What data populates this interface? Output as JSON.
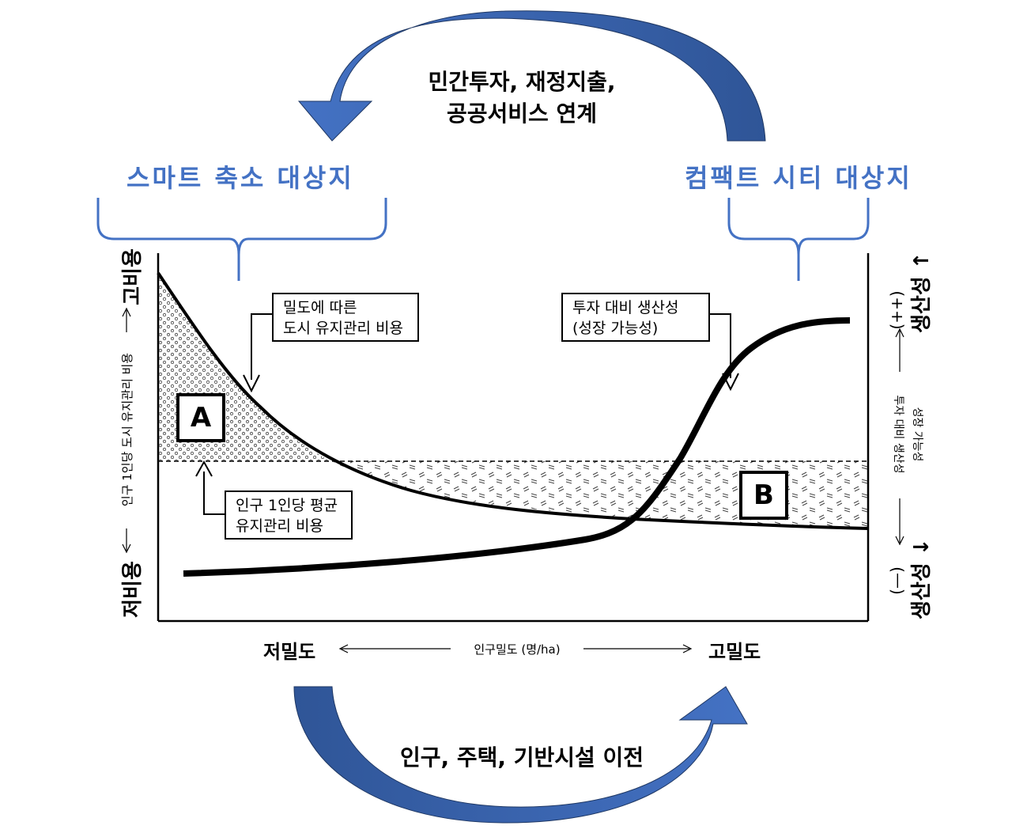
{
  "top_flow": {
    "line1": "민간투자, 재정지출,",
    "line2": "공공서비스 연계"
  },
  "bottom_flow": {
    "label": "인구, 주택, 기반시설 이전"
  },
  "targets": {
    "left": "스마트 축소 대상지",
    "right": "컴팩트 시티 대상지"
  },
  "callouts": {
    "density_cost": {
      "line1": "밀도에 따른",
      "line2": "도시 유지관리 비용"
    },
    "productivity": {
      "line1": "투자 대비 생산성",
      "line2": "(성장 가능성)"
    },
    "avg_cost": {
      "line1": "인구 1인당 평균",
      "line2": "유지관리 비용"
    }
  },
  "area_labels": {
    "a": "A",
    "b": "B"
  },
  "x_axis": {
    "low": "저밀도",
    "high": "고밀도",
    "caption": "인구밀도 (명/ha)"
  },
  "y_axis_left": {
    "high": "고비용",
    "low": "저비용",
    "caption": "인구 1인당 도시 유지관리 비용"
  },
  "y_axis_right": {
    "high": "생산성 ↑",
    "high_sub": "(++)",
    "low": "생산성 ↓",
    "low_sub": "(—)",
    "caption1": "투자 대비 생산성",
    "caption2": "성장 가능성"
  },
  "colors": {
    "accent_blue": "#4472c4",
    "arrow_dark": "#2f5597",
    "arrow_light": "#4472c4"
  },
  "icons": [
    "curved-arrow-left",
    "curved-arrow-right",
    "bracket"
  ]
}
